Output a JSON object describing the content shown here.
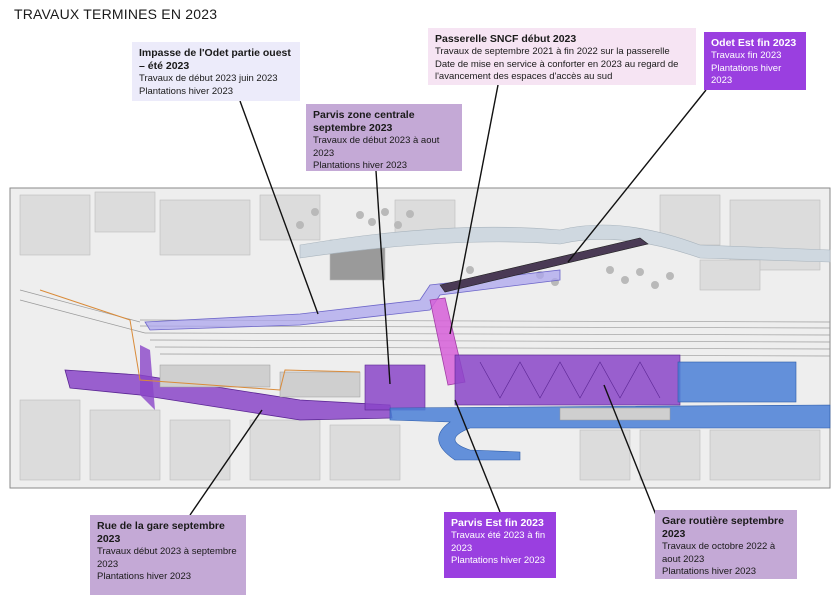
{
  "title": "TRAVAUX TERMINES EN 2023",
  "colors": {
    "purple_zone": "#8a45c8",
    "blue_zone": "#4a7fd6",
    "pink_zone": "#d65fd8",
    "lavender_zone": "#aca6ee",
    "card_lavender": "#ecebfa",
    "card_mid": "#c4a9d6",
    "card_pink": "#f6e4f3",
    "card_violet": "#9a3fe0"
  },
  "callouts": [
    {
      "id": "impasse-odet",
      "title": "Impasse de l'Odet partie ouest – été 2023",
      "lines": [
        "Travaux de début 2023 juin 2023",
        "Plantations hiver 2023"
      ]
    },
    {
      "id": "parvis-centrale",
      "title": "Parvis zone centrale septembre 2023",
      "lines": [
        "Travaux de début 2023 à aout 2023",
        "Plantations hiver 2023"
      ]
    },
    {
      "id": "passerelle-sncf",
      "title": "Passerelle SNCF début 2023",
      "lines": [
        "Travaux de septembre 2021 à fin 2022 sur la passerelle",
        "Date de mise en service à conforter en 2023 au regard de l'avancement des espaces d'accès au sud"
      ]
    },
    {
      "id": "odet-est",
      "title": "Odet Est fin 2023",
      "lines": [
        "Travaux fin 2023",
        "Plantations hiver 2023"
      ]
    },
    {
      "id": "rue-gare",
      "title": "Rue de la gare septembre 2023",
      "lines": [
        "Travaux début 2023 à septembre 2023",
        "Plantations hiver 2023"
      ]
    },
    {
      "id": "parvis-est",
      "title": "Parvis Est fin 2023",
      "lines": [
        "Travaux été 2023 à fin 2023",
        "Plantations hiver 2023"
      ]
    },
    {
      "id": "gare-routiere",
      "title": "Gare routière septembre 2023",
      "lines": [
        "Travaux de octobre 2022 à aout 2023",
        "Plantations hiver 2023"
      ]
    }
  ]
}
